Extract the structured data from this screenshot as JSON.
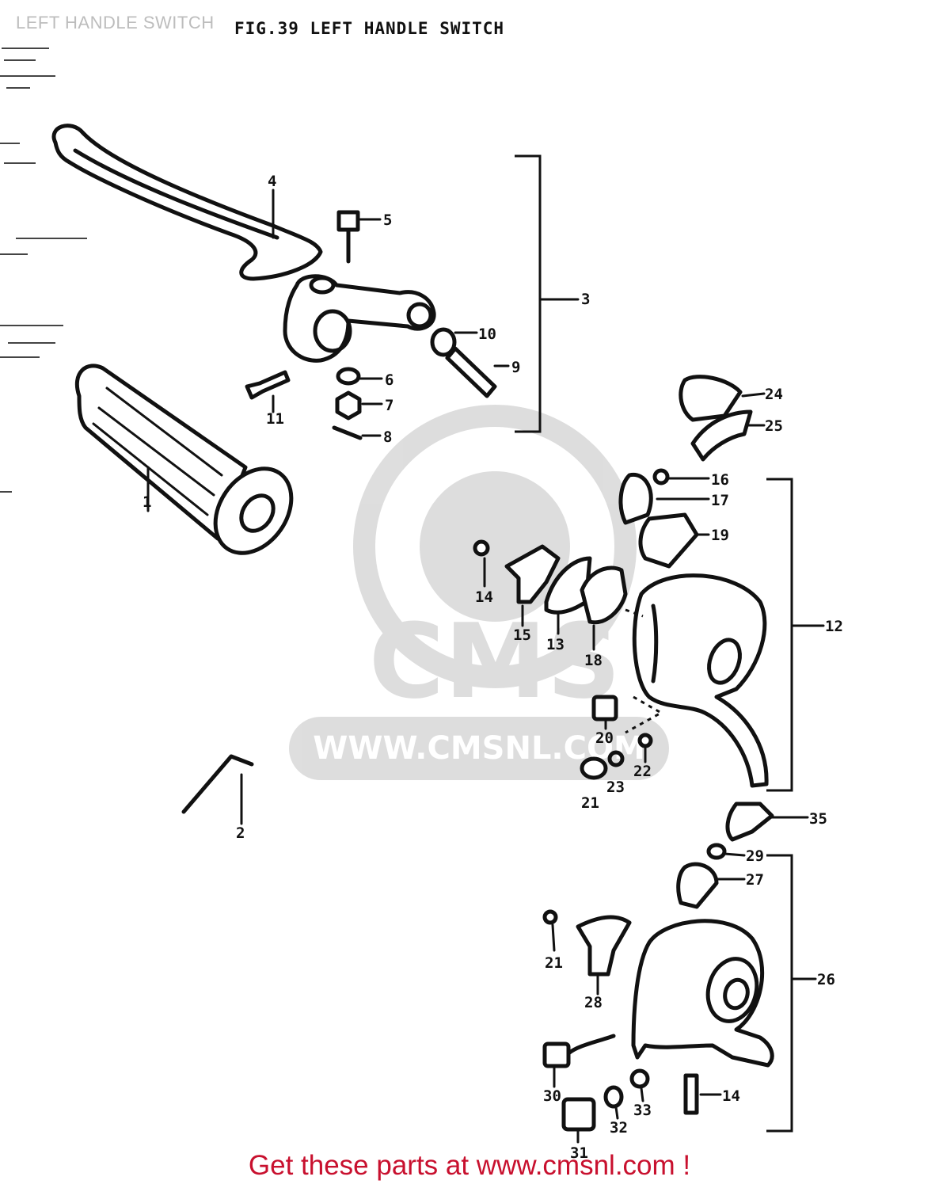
{
  "page": {
    "title": "LEFT HANDLE SWITCH",
    "figure_title": "FIG.39  LEFT HANDLE SWITCH"
  },
  "watermark": {
    "brand": "CMS",
    "url": "WWW.CMSNL.COM"
  },
  "footer": {
    "link_text": "Get these parts at www.cmsnl.com !",
    "color": "#c8102e"
  },
  "callouts": {
    "p1": "1",
    "p2": "2",
    "p3": "3",
    "p4": "4",
    "p5": "5",
    "p6": "6",
    "p7": "7",
    "p8": "8",
    "p9": "9",
    "p10": "10",
    "p11": "11",
    "p12": "12",
    "p13": "13",
    "p14": "14",
    "p15": "15",
    "p16": "16",
    "p17": "17",
    "p18": "18",
    "p19": "19",
    "p20": "20",
    "p21": "21",
    "p22": "22",
    "p23": "23",
    "p24": "24",
    "p25": "25",
    "p26": "26",
    "p27": "27",
    "p28": "28",
    "p29": "29",
    "p30": "30",
    "p31": "31",
    "p32": "32",
    "p33": "33",
    "p34": "14",
    "p35": "35",
    "p36": "21"
  }
}
